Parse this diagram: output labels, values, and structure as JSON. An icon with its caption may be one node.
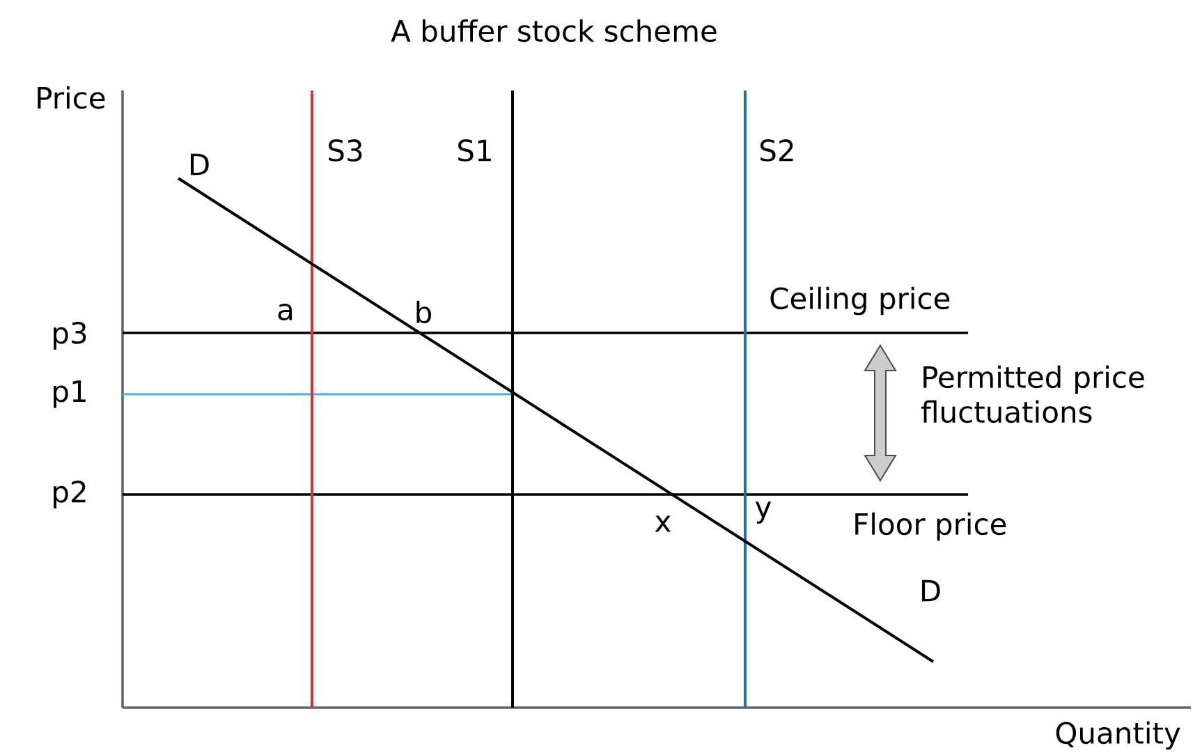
{
  "diagram": {
    "title": "A buffer stock scheme",
    "labels": [
      "Price",
      "D",
      "S3",
      "S1",
      "S2",
      "a",
      "b",
      "Ceiling price",
      "p3",
      "p1",
      "Permitted price fluctuations",
      "p2",
      "x",
      "y",
      "Floor price",
      "D",
      "Quantity"
    ]
  }
}
